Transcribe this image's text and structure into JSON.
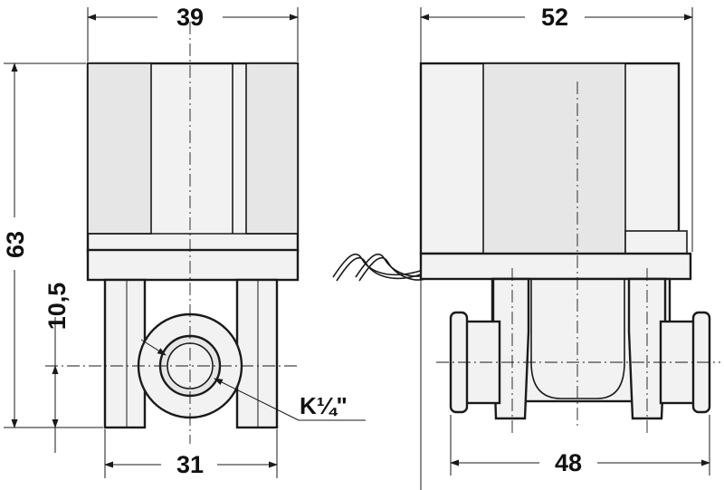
{
  "front_view": {
    "dim_top_width": "39",
    "dim_height": "63",
    "dim_port_height": "10,5",
    "dim_bottom_width": "31",
    "thread_label": "K¼\""
  },
  "side_view": {
    "dim_top_width": "52",
    "dim_bottom_width": "48"
  }
}
